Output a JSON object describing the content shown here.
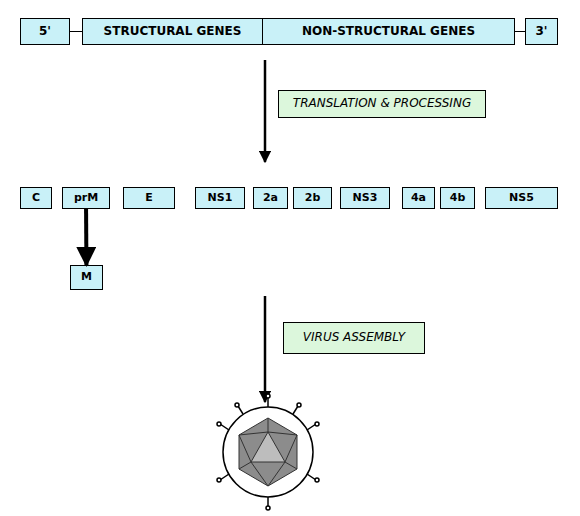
{
  "diagram": {
    "nodes": [
      {
        "text": [
          "5'"
        ]
      },
      {
        "text": [
          "STRUCTURAL GENES"
        ]
      },
      {
        "text": [
          "NON-STRUCTURAL GENES"
        ]
      },
      {
        "text": [
          "3'"
        ]
      },
      {
        "text": [
          "TRANSLATION & PROCESSING"
        ]
      },
      {
        "text": [
          "C"
        ]
      },
      {
        "text": [
          "prM"
        ]
      },
      {
        "text": [
          "E"
        ]
      },
      {
        "text": [
          "NS1"
        ]
      },
      {
        "text": [
          "2a"
        ]
      },
      {
        "text": [
          "2b"
        ]
      },
      {
        "text": [
          "NS3"
        ]
      },
      {
        "text": [
          "4a"
        ]
      },
      {
        "text": [
          "4b"
        ]
      },
      {
        "text": [
          "NS5"
        ]
      },
      {
        "text": [
          "M"
        ]
      },
      {
        "text": [
          "VIRUS ASSEMBLY"
        ]
      }
    ],
    "edges": [
      {
        "from": 0,
        "to": 1,
        "arrow": "none"
      },
      {
        "from": 2,
        "to": 3,
        "arrow": "none"
      },
      {
        "from": 6,
        "to": 15,
        "arrow": "to"
      }
    ]
  }
}
